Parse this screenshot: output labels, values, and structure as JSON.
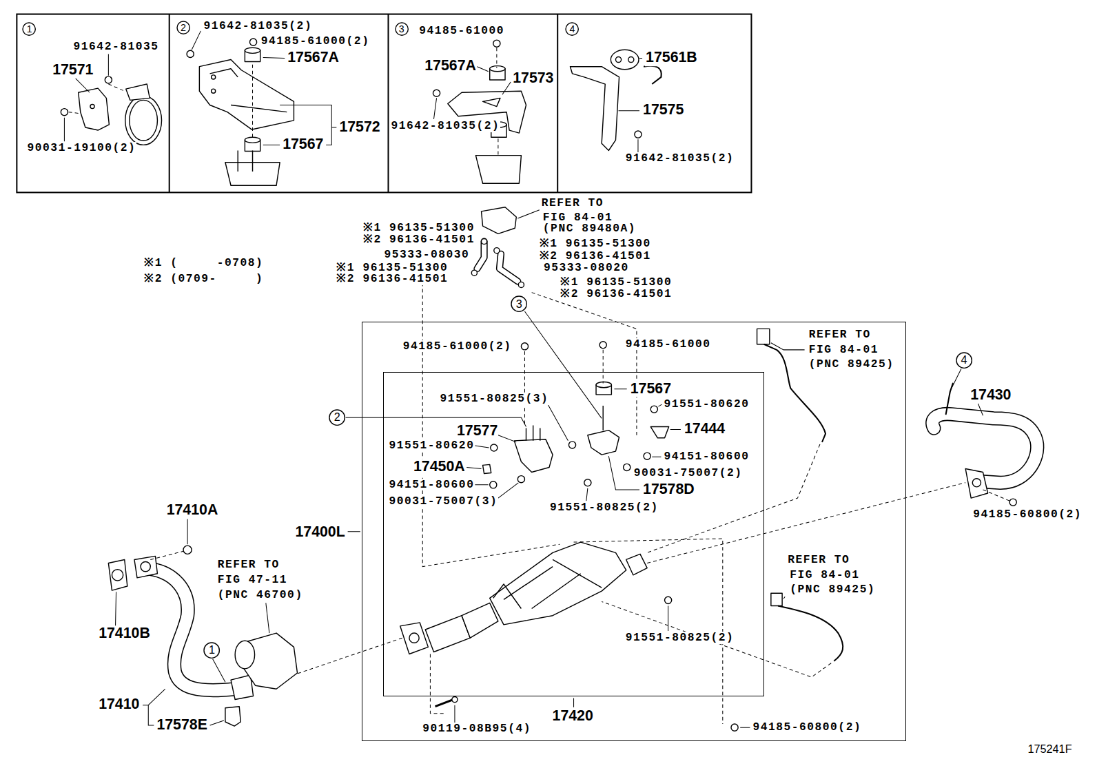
{
  "diagram": {
    "nodes": [
      {
        "text": [
          "1"
        ]
      },
      {
        "text": [
          "2"
        ]
      },
      {
        "text": [
          "3"
        ]
      },
      {
        "text": [
          "4"
        ]
      },
      {
        "text": [
          "3"
        ]
      },
      {
        "text": [
          "2"
        ]
      },
      {
        "text": [
          "4"
        ]
      },
      {
        "text": [
          "17400L"
        ]
      },
      {
        "text": [
          "17420"
        ],
        "in": 7
      },
      {
        "text": [
          "1"
        ]
      }
    ],
    "labels": [
      "91642-81035",
      "17571",
      "90031-19100(2)",
      "91642-81035(2)",
      "94185-61000(2)",
      "17567A",
      "17572",
      "17567",
      "94185-61000",
      "17567A",
      "17573",
      "91642-81035(2)",
      "17561B",
      "17575",
      "91642-81035(2)",
      "REFER TO",
      "FIG 84-01",
      "(PNC 89480A)",
      "※1 96135-51300",
      "※2 96136-41501",
      "95333-08030",
      "※1 96135-51300",
      "※2 96136-41501",
      "95333-08020",
      "※1 96135-51300",
      "※2 96136-41501",
      "※1 96135-51300",
      "※2 96136-41501",
      "※1 (     -0708)",
      "※2 (0709-     )",
      "94185-61000(2)",
      "94185-61000",
      "17567",
      "91551-80620",
      "17444",
      "94151-80600",
      "90031-75007(2)",
      "17578D",
      "91551-80825(2)",
      "91551-80825(3)",
      "17577",
      "91551-80620",
      "17450A",
      "94151-80600",
      "90031-75007(3)",
      "REFER TO",
      "FIG 84-01",
      "(PNC 89425)",
      "17430",
      "94185-60800(2)",
      "17410A",
      "REFER TO",
      "FIG 47-11",
      "(PNC 46700)",
      "17410B",
      "17410",
      "17578E",
      "REFER TO",
      "FIG 84-01",
      "(PNC 89425)",
      "91551-80825(2)",
      "90119-08B95(4)",
      "94185-60800(2)",
      "175241F"
    ]
  }
}
